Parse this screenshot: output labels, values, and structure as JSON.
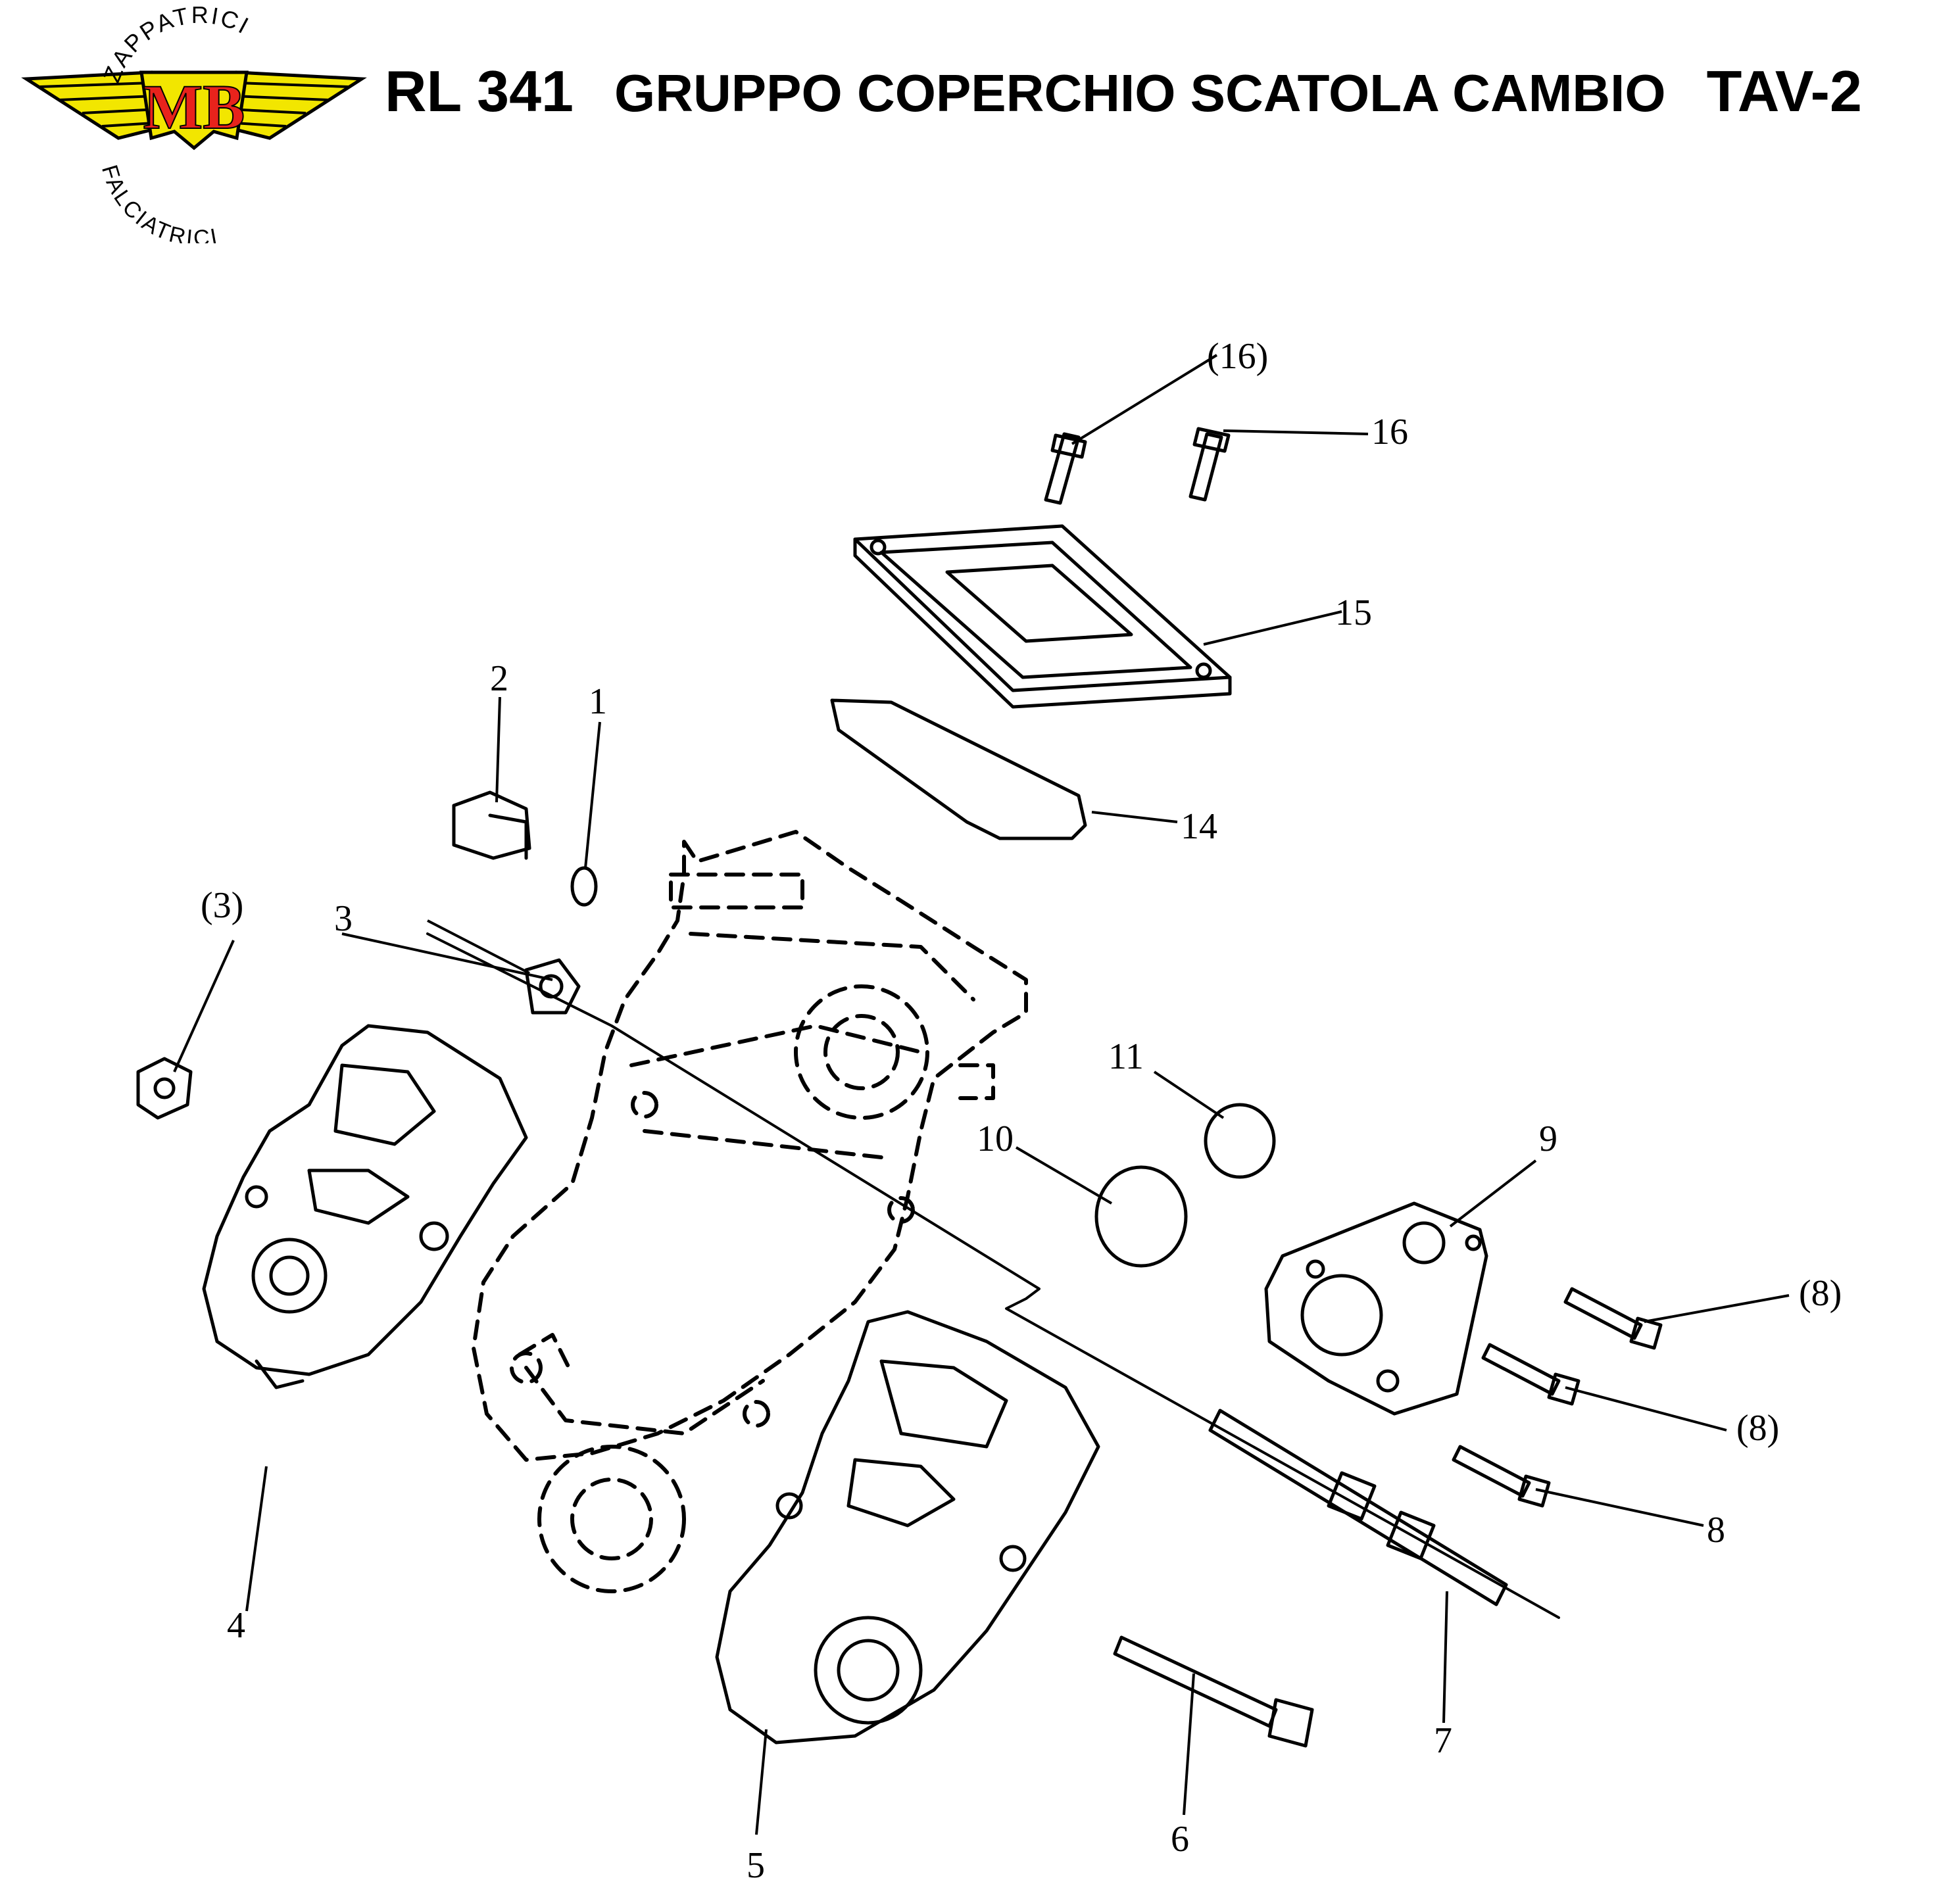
{
  "header": {
    "model": "RL 341",
    "group_title": "GRUPPO COPERCHIO SCATOLA CAMBIO",
    "table_id": "TAV-2"
  },
  "logo": {
    "monogram": "MB",
    "arc_top": "ZAPPATRICI",
    "arc_bottom": "FALCIATRICI",
    "colors": {
      "wings": "#f2e600",
      "badge": "#e8231c",
      "outline": "#000000"
    }
  },
  "callouts": {
    "c16p": "(16)",
    "c16": "16",
    "c15": "15",
    "c14": "14",
    "c2": "2",
    "c1": "1",
    "c3p": "(3)",
    "c3": "3",
    "c11": "11",
    "c10": "10",
    "c9": "9",
    "c8p_a": "(8)",
    "c8p_b": "(8)",
    "c8": "8",
    "c4": "4",
    "c7": "7",
    "c6": "6",
    "c5": "5"
  }
}
